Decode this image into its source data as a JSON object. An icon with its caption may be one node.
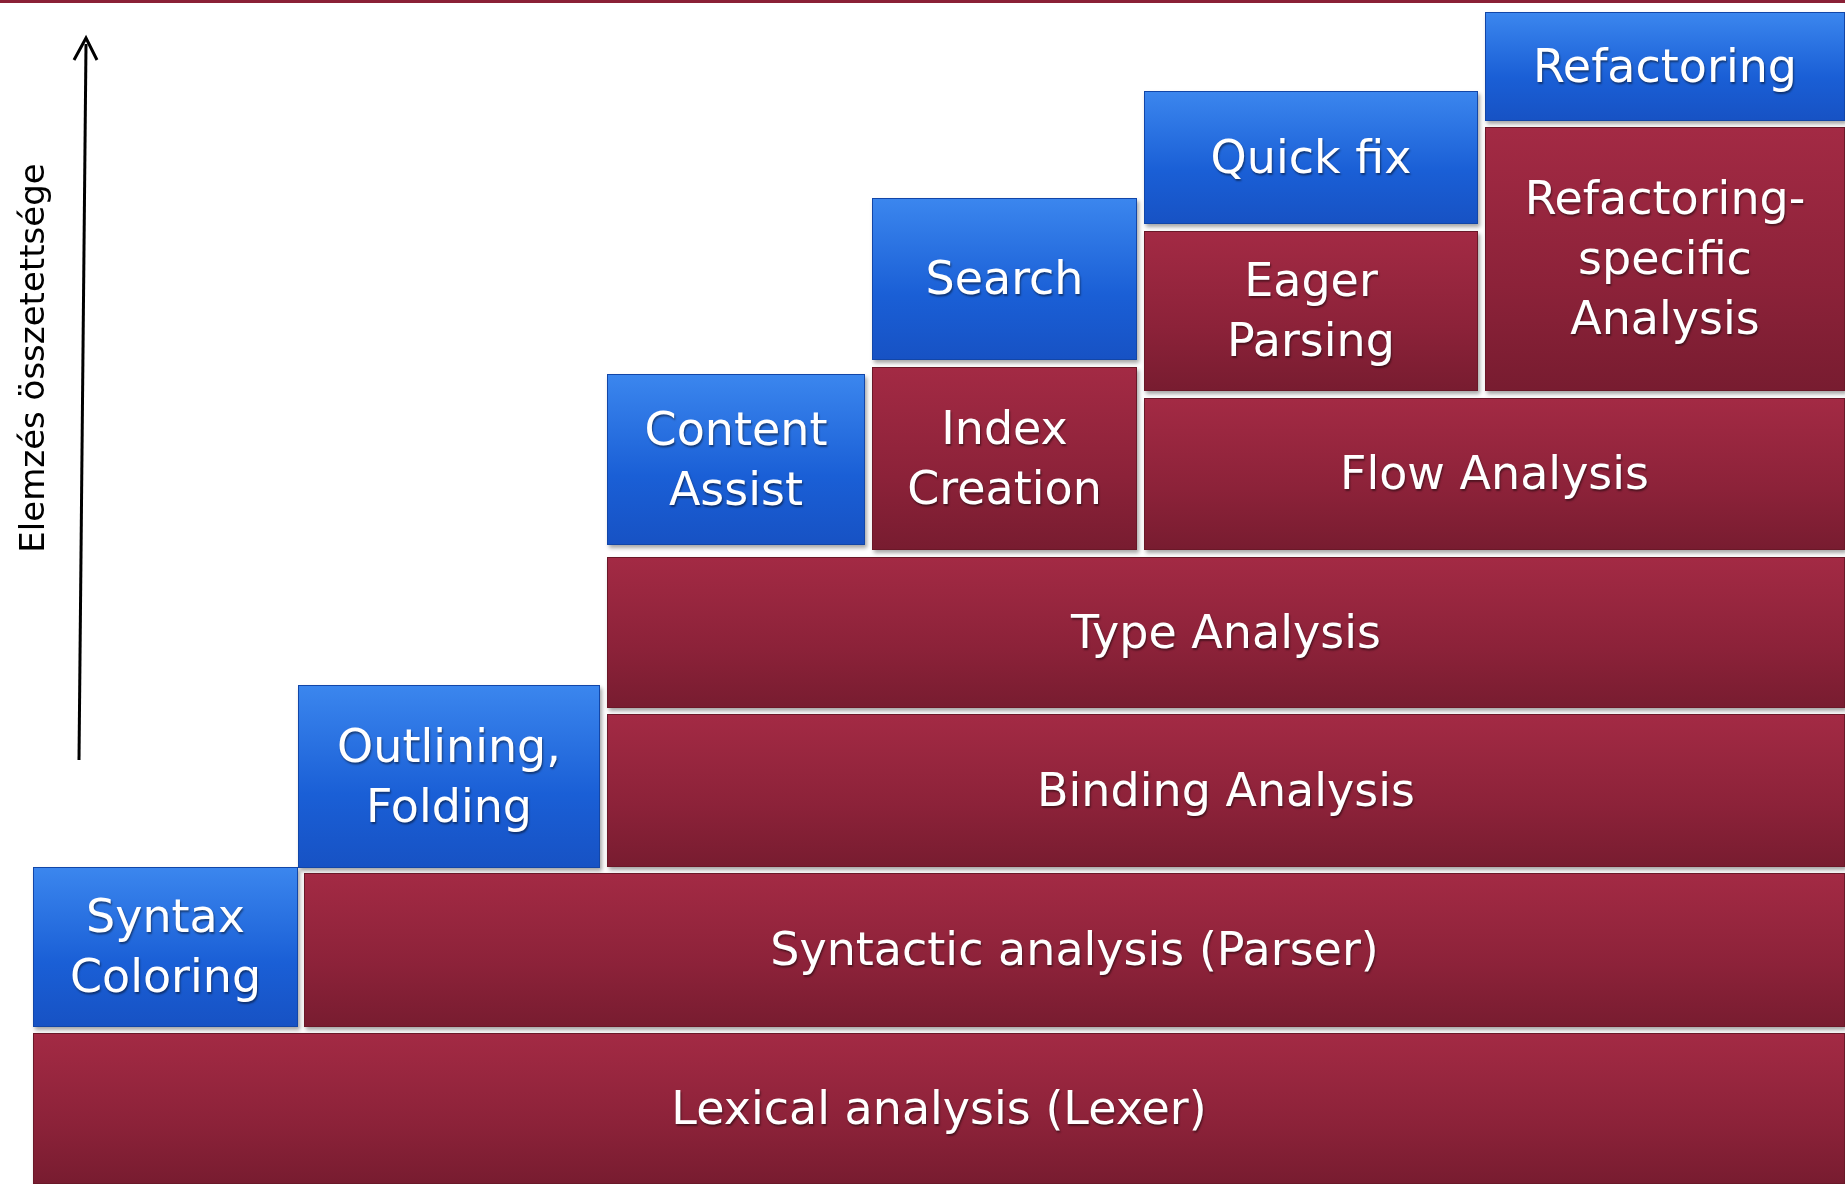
{
  "diagram": {
    "nodes": [
      {
        "text": [
          "Refactoring"
        ]
      },
      {
        "text": [
          "Quick fix"
        ]
      },
      {
        "text": [
          "Refactoring-specific Analysis"
        ]
      },
      {
        "text": [
          "Search"
        ]
      },
      {
        "text": [
          "Eager Parsing"
        ]
      },
      {
        "text": [
          "Content Assist"
        ]
      },
      {
        "text": [
          "Index Creation"
        ]
      },
      {
        "text": [
          "Flow Analysis"
        ]
      },
      {
        "text": [
          "Type Analysis"
        ]
      },
      {
        "text": [
          "Outlining, Folding"
        ]
      },
      {
        "text": [
          "Binding Analysis"
        ]
      },
      {
        "text": [
          "Syntax Coloring"
        ]
      },
      {
        "text": [
          "Syntactic analysis (Parser)"
        ]
      },
      {
        "text": [
          "Lexical analysis (Lexer)"
        ]
      }
    ],
    "edges": [],
    "labels": [
      "Elemzés összetettsége"
    ]
  }
}
